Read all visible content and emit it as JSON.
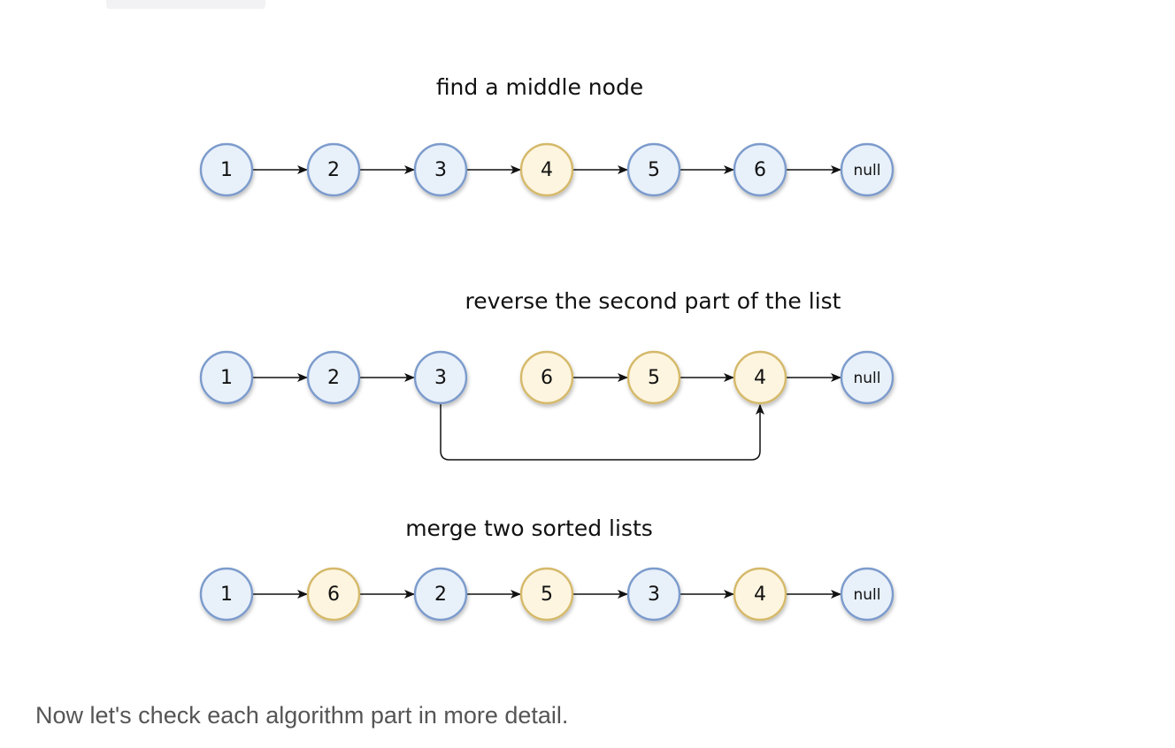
{
  "colors": {
    "blue_fill": "#e8f0fa",
    "blue_stroke": "#7b9bcc",
    "yellow_fill": "#fdf5df",
    "yellow_stroke": "#d5b96a",
    "edge": "#111111"
  },
  "steps": [
    {
      "title": "find a middle node",
      "nodes": [
        {
          "label": "1",
          "color": "blue"
        },
        {
          "label": "2",
          "color": "blue"
        },
        {
          "label": "3",
          "color": "blue"
        },
        {
          "label": "4",
          "color": "yellow"
        },
        {
          "label": "5",
          "color": "blue"
        },
        {
          "label": "6",
          "color": "blue"
        },
        {
          "label": "null",
          "color": "blue"
        }
      ],
      "edges": [
        [
          0,
          1
        ],
        [
          1,
          2
        ],
        [
          2,
          3
        ],
        [
          3,
          4
        ],
        [
          4,
          5
        ],
        [
          5,
          6
        ]
      ],
      "bent_edges": []
    },
    {
      "title": "reverse the second part of the list",
      "nodes": [
        {
          "label": "1",
          "color": "blue"
        },
        {
          "label": "2",
          "color": "blue"
        },
        {
          "label": "3",
          "color": "blue"
        },
        {
          "label": "6",
          "color": "yellow"
        },
        {
          "label": "5",
          "color": "yellow"
        },
        {
          "label": "4",
          "color": "yellow"
        },
        {
          "label": "null",
          "color": "blue"
        }
      ],
      "edges": [
        [
          0,
          1
        ],
        [
          1,
          2
        ],
        [
          3,
          4
        ],
        [
          4,
          5
        ],
        [
          5,
          6
        ]
      ],
      "bent_edges": [
        [
          2,
          5
        ]
      ]
    },
    {
      "title": "merge two sorted lists",
      "nodes": [
        {
          "label": "1",
          "color": "blue"
        },
        {
          "label": "6",
          "color": "yellow"
        },
        {
          "label": "2",
          "color": "blue"
        },
        {
          "label": "5",
          "color": "yellow"
        },
        {
          "label": "3",
          "color": "blue"
        },
        {
          "label": "4",
          "color": "yellow"
        },
        {
          "label": "null",
          "color": "blue"
        }
      ],
      "edges": [
        [
          0,
          1
        ],
        [
          1,
          2
        ],
        [
          2,
          3
        ],
        [
          3,
          4
        ],
        [
          4,
          5
        ],
        [
          5,
          6
        ]
      ],
      "bent_edges": []
    }
  ],
  "caption": "Now let's check each algorithm part in more detail."
}
